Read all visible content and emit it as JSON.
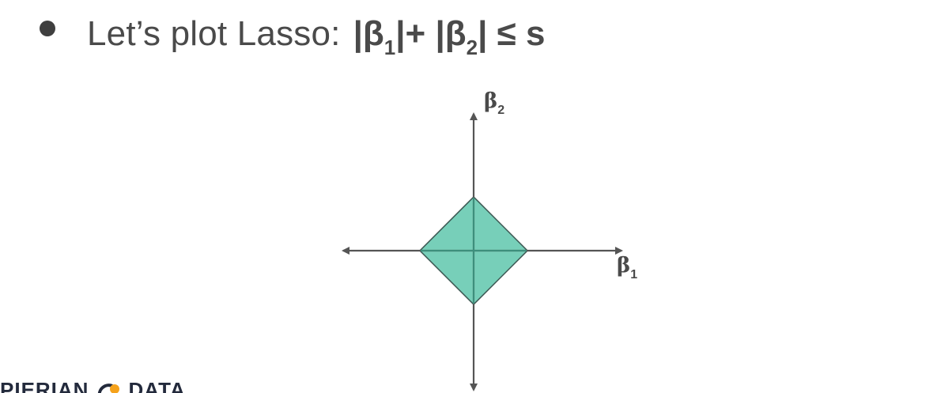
{
  "slide": {
    "bullet_text": "Let’s plot Lasso:",
    "formula": {
      "bar_left": "|",
      "beta_symbol": "β",
      "sub_1": "1",
      "bar_mid": "|+ |",
      "sub_2": "2",
      "bar_right": "| ≤ s"
    }
  },
  "diagram": {
    "y_axis_label": {
      "symbol": "β",
      "subscript": "2"
    },
    "x_axis_label": {
      "symbol": "β",
      "subscript": "1"
    },
    "colors": {
      "axis": "#555555",
      "region_fill": "#77cfb9",
      "region_stroke": "#3a5550",
      "inner_axis": "#3d8f7c"
    }
  },
  "logo": {
    "left_word": "PIERIAN",
    "right_word": "DATA",
    "colors": {
      "text": "#232a3c",
      "accent": "#f5a21b"
    }
  }
}
